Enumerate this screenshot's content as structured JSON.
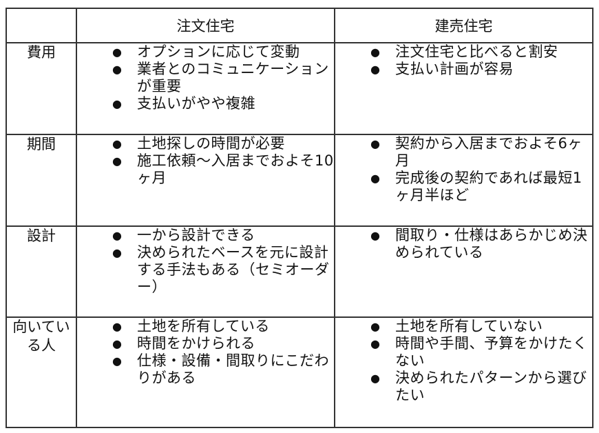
{
  "table": {
    "headers": [
      "",
      "注文住宅",
      "建売住宅"
    ],
    "rows": [
      {
        "label": "費用",
        "custom": [
          "オプションに応じて変動",
          "業者とのコミュニケーションが重要",
          "支払いがやや複雑"
        ],
        "ready": [
          "注文住宅と比べると割安",
          "支払い計画が容易"
        ]
      },
      {
        "label": "期間",
        "custom": [
          "土地探しの時間が必要",
          "施工依頼〜入居までおよそ10ヶ月"
        ],
        "ready": [
          "契約から入居までおよそ6ヶ月",
          "完成後の契約であれば最短1ヶ月半ほど"
        ]
      },
      {
        "label": "設計",
        "custom": [
          "一から設計できる",
          "決められたベースを元に設計する手法もある（セミオーダー）"
        ],
        "ready": [
          "間取り・仕様はあらかじめ決められている"
        ]
      },
      {
        "label": "向いている人",
        "custom": [
          "土地を所有している",
          "時間をかけられる",
          "仕様・設備・間取りにこだわりがある"
        ],
        "ready": [
          "土地を所有していない",
          "時間や手間、予算をかけたくない",
          "決められたパターンから選びたい"
        ]
      }
    ],
    "bullet_glyph": "●",
    "colors": {
      "border": "#333333",
      "text": "#111111",
      "background": "#ffffff"
    }
  }
}
